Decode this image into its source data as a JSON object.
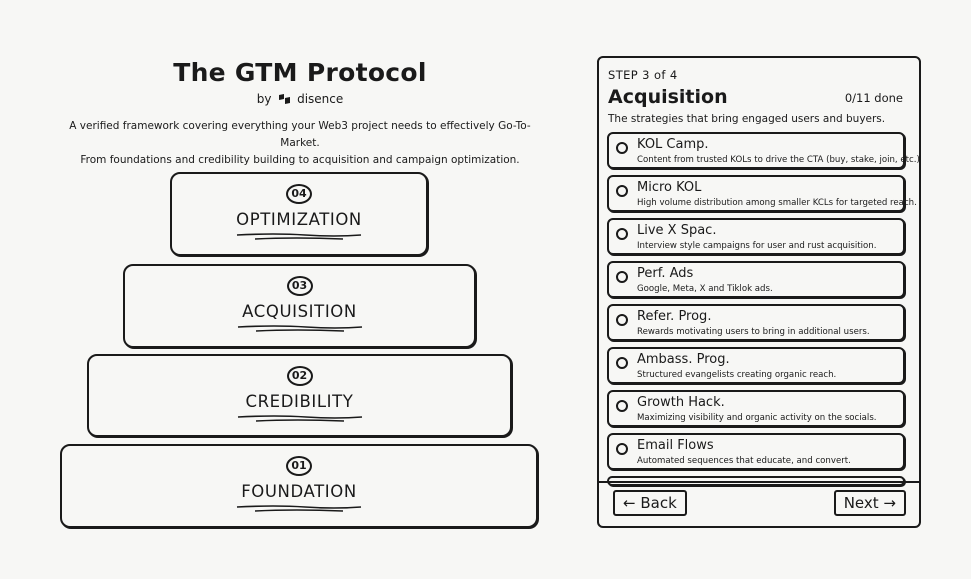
{
  "hero": {
    "title": "The GTM Protocol",
    "by": "by",
    "brand": "disence",
    "description_line1": "A verified framework covering everything your Web3 project needs to effectively Go-To-Market.",
    "description_line2": "From foundations and credibility building to acquisition and campaign optimization."
  },
  "tiers": [
    {
      "num": "04",
      "name": "OPTIMIZATION"
    },
    {
      "num": "03",
      "name": "ACQUISITION"
    },
    {
      "num": "02",
      "name": "CREDIBILITY"
    },
    {
      "num": "01",
      "name": "FOUNDATION"
    }
  ],
  "panel": {
    "step_label": "STEP 3 of 4",
    "title": "Acquisition",
    "progress": "0/11 done",
    "subtitle": "The strategies that bring engaged users and buyers.",
    "items": [
      {
        "name": "KOL Camp.",
        "desc": "Content from trusted KOLs to drive the CTA (buy, stake, join, etc.)"
      },
      {
        "name": "Micro KOL",
        "desc": "High volume distribution among smaller KCLs for targeted reach."
      },
      {
        "name": "Live X Spac.",
        "desc": "Interview style campaigns for user and rust acquisition."
      },
      {
        "name": "Perf. Ads",
        "desc": "Google, Meta, X and Tiklok ads."
      },
      {
        "name": "Refer. Prog.",
        "desc": "Rewards motivating users to bring in additional users."
      },
      {
        "name": "Ambass. Prog.",
        "desc": "Structured evangelists creating organic reach."
      },
      {
        "name": "Growth Hack.",
        "desc": "Maximizing visibility and organic activity on the socials."
      },
      {
        "name": "Email Flows",
        "desc": "Automated sequences that educate, and convert."
      }
    ],
    "back_label": "Back",
    "next_label": "Next"
  },
  "icons": {
    "brand_logo": "disence-logo-icon",
    "back_arrow": "arrow-left-icon",
    "next_arrow": "arrow-right-icon",
    "radio": "radio-empty-icon"
  },
  "colors": {
    "ink": "#1a1a1a",
    "paper": "#f7f7f5"
  }
}
